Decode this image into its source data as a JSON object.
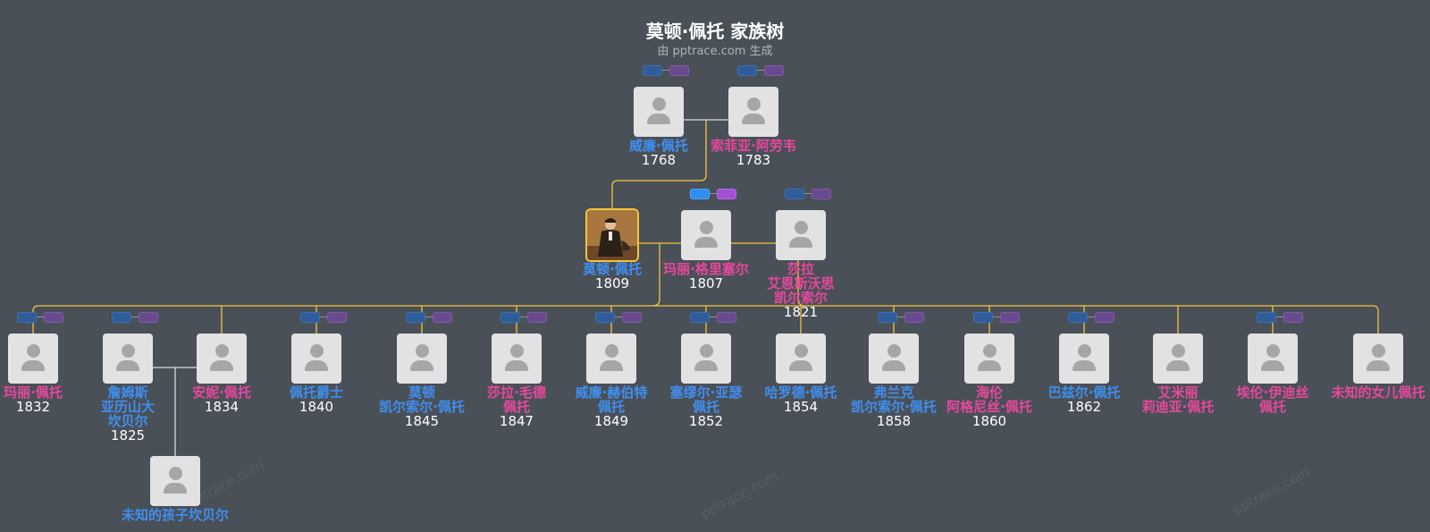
{
  "header": {
    "title": "莫顿·佩托 家族树",
    "subtitle": "由 pptrace.com 生成"
  },
  "watermark": "pptrace.com",
  "colors": {
    "background": "#4a5058",
    "male": "#3f8ff0",
    "female": "#e8479c",
    "connector": "#f4c43a",
    "spouse_link": "#d7dadd"
  },
  "people": [
    {
      "id": "william",
      "name": "威廉·佩托",
      "year": "1768",
      "gender": "male",
      "icon": "person-silhouette-icon"
    },
    {
      "id": "sophia",
      "name": "索菲亚·阿劳韦",
      "year": "1783",
      "gender": "female",
      "icon": "person-silhouette-icon"
    },
    {
      "id": "morton",
      "name": "莫顿·佩托",
      "year": "1809",
      "gender": "male",
      "icon": "portrait-photo",
      "highlight": true
    },
    {
      "id": "mary_g",
      "name": "玛丽·格里塞尔",
      "year": "1807",
      "gender": "female",
      "icon": "person-silhouette-icon"
    },
    {
      "id": "sarah_a",
      "name": "莎拉\n艾恩斯沃思\n凯尔索尔",
      "year": "1821",
      "gender": "female",
      "icon": "person-silhouette-icon"
    },
    {
      "id": "mary_p",
      "name": "玛丽·佩托",
      "year": "1832",
      "gender": "female",
      "icon": "person-silhouette-icon"
    },
    {
      "id": "james",
      "name": "詹姆斯\n亚历山大\n坎贝尔",
      "year": "1825",
      "gender": "male",
      "icon": "person-silhouette-icon"
    },
    {
      "id": "annie",
      "name": "安妮·佩托",
      "year": "1834",
      "gender": "female",
      "icon": "person-silhouette-icon"
    },
    {
      "id": "baronet",
      "name": "佩托爵士",
      "year": "1840",
      "gender": "male",
      "icon": "person-silhouette-icon"
    },
    {
      "id": "morton_k",
      "name": "莫顿\n凯尔索尔·佩托",
      "year": "1845",
      "gender": "male",
      "icon": "person-silhouette-icon"
    },
    {
      "id": "sarah_m",
      "name": "莎拉·毛德\n佩托",
      "year": "1847",
      "gender": "female",
      "icon": "person-silhouette-icon"
    },
    {
      "id": "william_h",
      "name": "威廉·赫伯特\n佩托",
      "year": "1849",
      "gender": "male",
      "icon": "person-silhouette-icon"
    },
    {
      "id": "samuel",
      "name": "塞缪尔·亚瑟\n佩托",
      "year": "1852",
      "gender": "male",
      "icon": "person-silhouette-icon"
    },
    {
      "id": "harold",
      "name": "哈罗德·佩托",
      "year": "1854",
      "gender": "male",
      "icon": "person-silhouette-icon"
    },
    {
      "id": "frank",
      "name": "弗兰克\n凯尔索尔·佩托",
      "year": "1858",
      "gender": "male",
      "icon": "person-silhouette-icon"
    },
    {
      "id": "helen",
      "name": "海伦\n阿格尼丝·佩托",
      "year": "1860",
      "gender": "female",
      "icon": "person-silhouette-icon"
    },
    {
      "id": "basil",
      "name": "巴兹尔·佩托",
      "year": "1862",
      "gender": "male",
      "icon": "person-silhouette-icon"
    },
    {
      "id": "emily",
      "name": "艾米丽\n莉迪亚·佩托",
      "year": "",
      "gender": "female",
      "icon": "person-silhouette-icon"
    },
    {
      "id": "ellen",
      "name": "埃伦·伊迪丝\n佩托",
      "year": "",
      "gender": "female",
      "icon": "person-silhouette-icon"
    },
    {
      "id": "unknown_daughter",
      "name": "未知的女儿佩托",
      "year": "",
      "gender": "female",
      "icon": "person-silhouette-icon"
    },
    {
      "id": "unknown_child",
      "name": "未知的孩子坎贝尔",
      "year": "",
      "gender": "male",
      "icon": "person-silhouette-icon"
    }
  ],
  "relation_pills": [
    {
      "owner": "william",
      "father_on": false,
      "mother_on": false
    },
    {
      "owner": "sophia",
      "father_on": false,
      "mother_on": false
    },
    {
      "owner": "mary_g",
      "father_on": true,
      "mother_on": true
    },
    {
      "owner": "sarah_a",
      "father_on": false,
      "mother_on": false
    },
    {
      "owner": "mary_p",
      "father_on": false,
      "mother_on": false
    },
    {
      "owner": "james",
      "father_on": false,
      "mother_on": false
    },
    {
      "owner": "baronet",
      "father_on": false,
      "mother_on": false
    },
    {
      "owner": "morton_k",
      "father_on": false,
      "mother_on": false
    },
    {
      "owner": "sarah_m",
      "father_on": false,
      "mother_on": false
    },
    {
      "owner": "william_h",
      "father_on": false,
      "mother_on": false
    },
    {
      "owner": "samuel",
      "father_on": false,
      "mother_on": false
    },
    {
      "owner": "frank",
      "father_on": false,
      "mother_on": false
    },
    {
      "owner": "helen",
      "father_on": false,
      "mother_on": false
    },
    {
      "owner": "basil",
      "father_on": false,
      "mother_on": false
    },
    {
      "owner": "ellen",
      "father_on": false,
      "mother_on": false
    }
  ]
}
